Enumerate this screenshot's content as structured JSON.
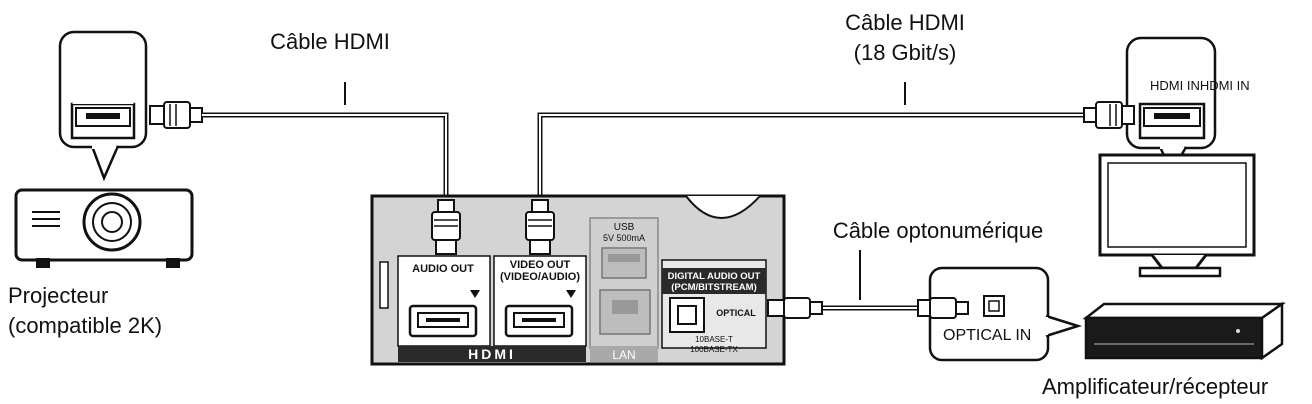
{
  "labels": {
    "cable_hdmi_left": "Câble HDMI",
    "cable_hdmi_right_line1": "Câble HDMI",
    "cable_hdmi_right_line2": "(18 Gbit/s)",
    "cable_optical": "Câble optonumérique",
    "projector_line1": "Projecteur",
    "projector_line2": "(compatible 2K)",
    "amplifier": "Amplificateur/récepteur",
    "tv_hdmi_in": "HDMI INHDMI IN",
    "amp_optical_in": "OPTICAL IN"
  },
  "player_panel": {
    "audio_out": "AUDIO OUT",
    "video_out_line1": "VIDEO OUT",
    "video_out_line2": "(VIDEO/AUDIO)",
    "hdmi_logo": "HDMI",
    "lan": "LAN",
    "usb_note_line1": "USB",
    "usb_note_line2": "5V 500mA",
    "digital_audio_line1": "DIGITAL AUDIO OUT",
    "digital_audio_line2": "(PCM/BITSTREAM)",
    "optical": "OPTICAL",
    "lan_note_line1": "10BASE-T",
    "lan_note_line2": "100BASE-TX"
  },
  "colors": {
    "line": "#111111",
    "panel": "#d4d4d4",
    "panel_dark": "#2a2a2a",
    "port_bg": "#ffffff"
  }
}
